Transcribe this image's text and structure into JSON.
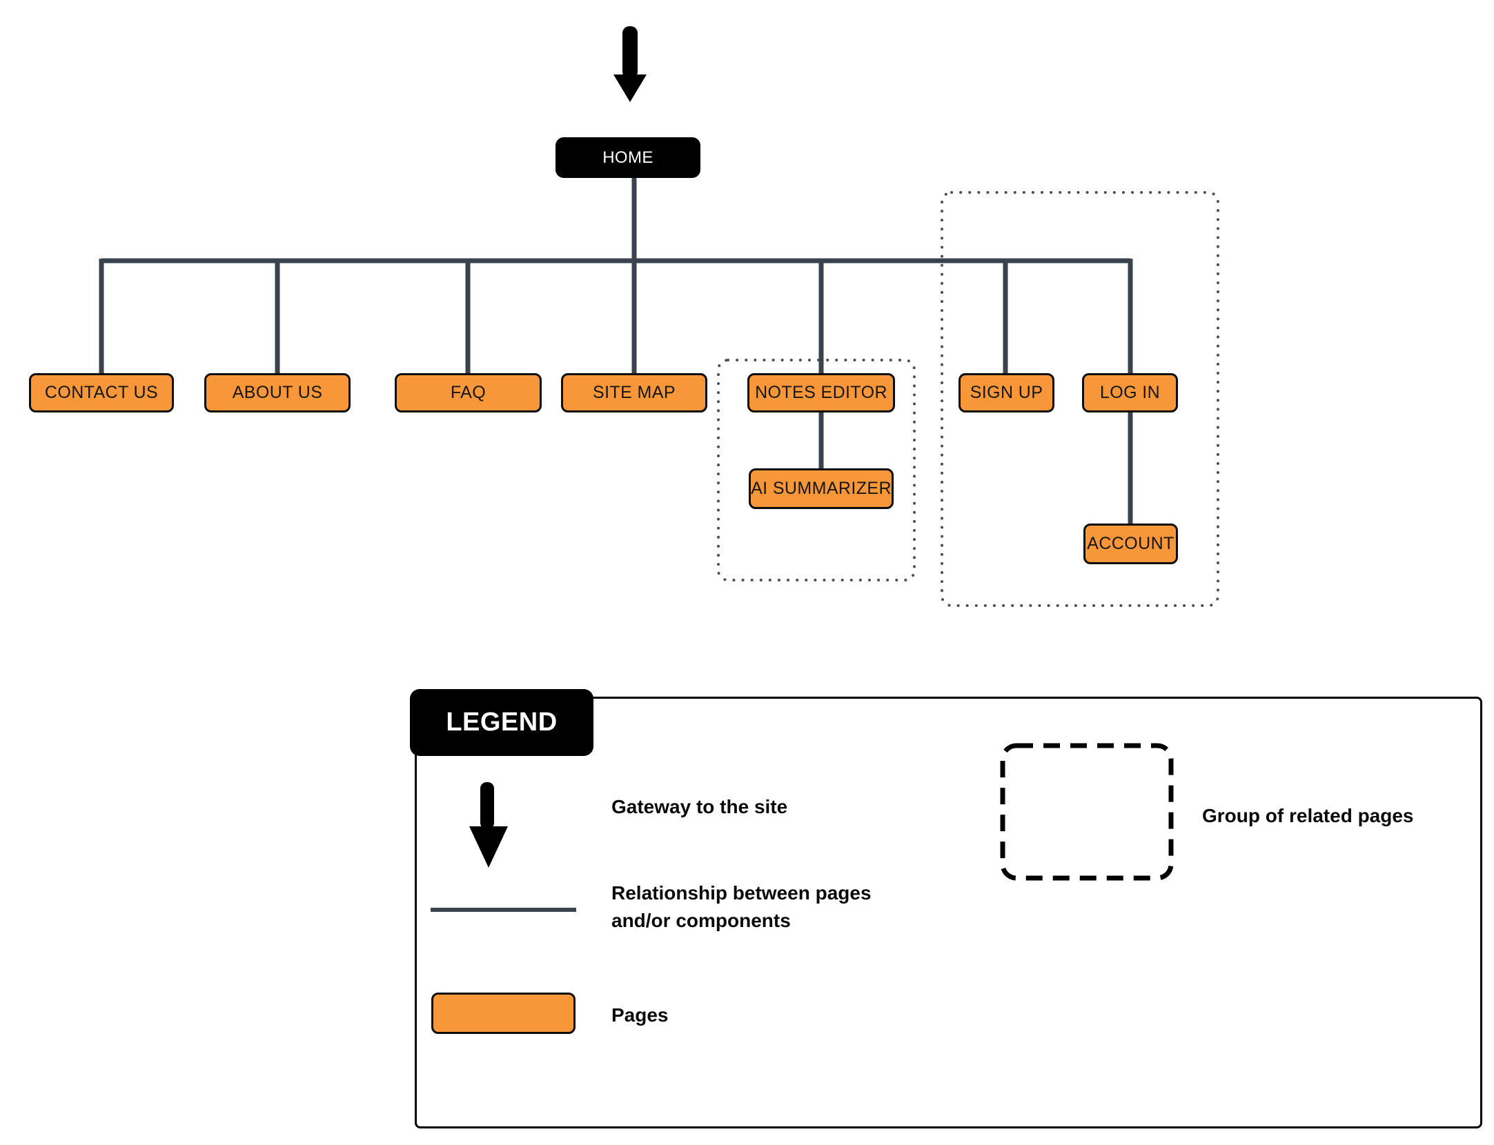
{
  "diagram": {
    "nodes": {
      "home": {
        "label": "HOME",
        "type": "gateway"
      },
      "contact_us": {
        "label": "CONTACT US",
        "type": "page"
      },
      "about_us": {
        "label": "ABOUT US",
        "type": "page"
      },
      "faq": {
        "label": "FAQ",
        "type": "page"
      },
      "site_map": {
        "label": "SITE MAP",
        "type": "page"
      },
      "notes_editor": {
        "label": "NOTES EDITOR",
        "type": "page"
      },
      "ai_summarizer": {
        "label": "AI SUMMARIZER",
        "type": "page"
      },
      "sign_up": {
        "label": "SIGN UP",
        "type": "page"
      },
      "log_in": {
        "label": "LOG IN",
        "type": "page"
      },
      "account": {
        "label": "ACCOUNT",
        "type": "page"
      }
    },
    "edges": [
      {
        "from": "home",
        "to": "contact_us"
      },
      {
        "from": "home",
        "to": "about_us"
      },
      {
        "from": "home",
        "to": "faq"
      },
      {
        "from": "home",
        "to": "site_map"
      },
      {
        "from": "home",
        "to": "notes_editor"
      },
      {
        "from": "home",
        "to": "sign_up"
      },
      {
        "from": "home",
        "to": "log_in"
      },
      {
        "from": "notes_editor",
        "to": "ai_summarizer"
      },
      {
        "from": "log_in",
        "to": "account"
      }
    ],
    "groups": [
      {
        "name": "notes-editor-group",
        "members": [
          "notes_editor",
          "ai_summarizer"
        ]
      },
      {
        "name": "auth-group",
        "members": [
          "sign_up",
          "log_in",
          "account"
        ]
      }
    ]
  },
  "legend": {
    "title": "LEGEND",
    "gateway_label": "Gateway to the site",
    "relationship_label_line1": "Relationship between pages",
    "relationship_label_line2": "and/or components",
    "pages_label": "Pages",
    "group_label": "Group of related pages"
  },
  "colors": {
    "page_fill": "#F8973A",
    "page_border": "#0d0d0d",
    "gateway_fill": "#000000",
    "gateway_text": "#ffffff",
    "connector_color": "#3A424E",
    "group_border": "#4A505B",
    "legend_border": "#000000",
    "text_color": "#161616"
  }
}
